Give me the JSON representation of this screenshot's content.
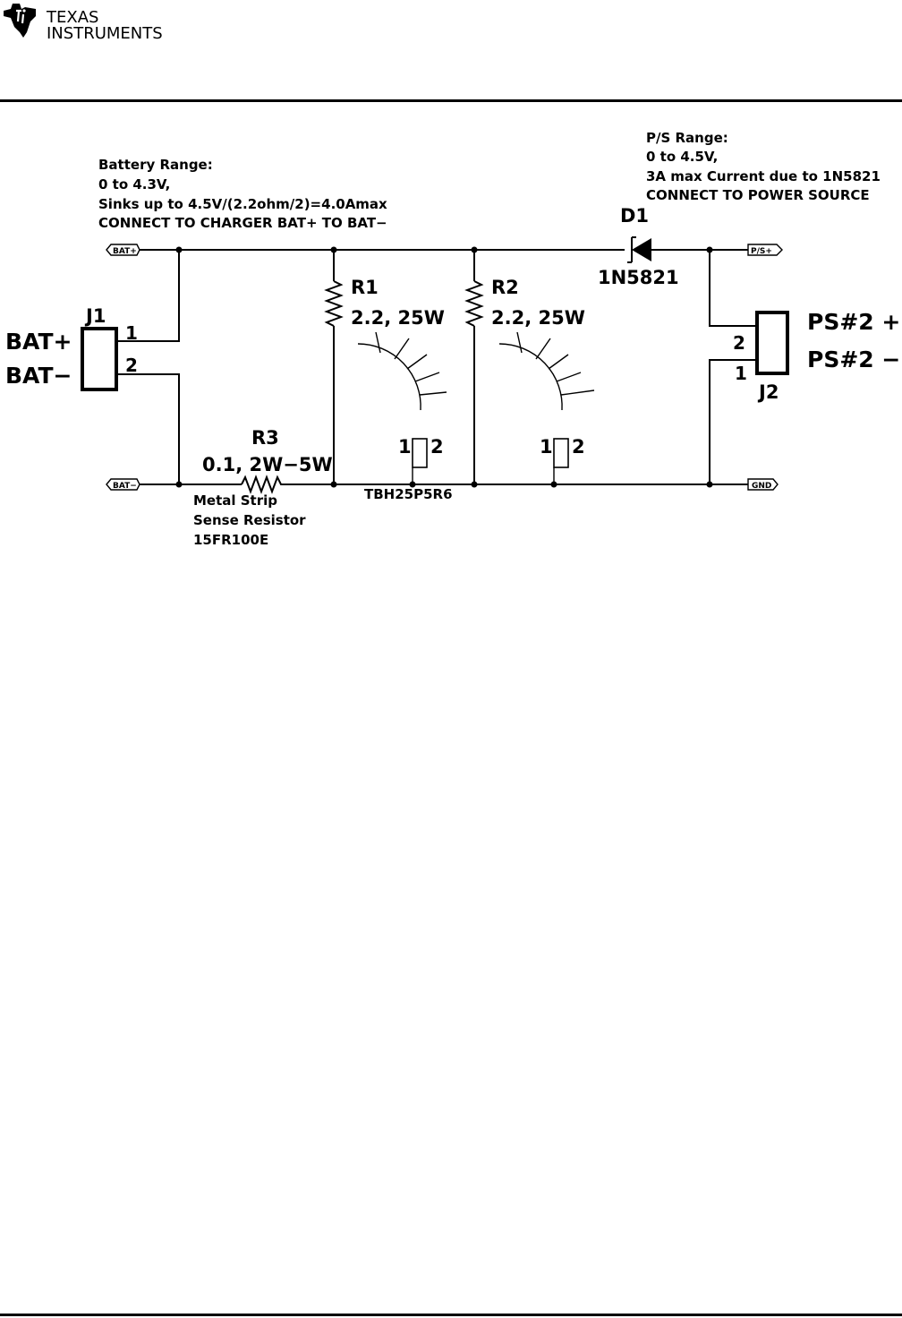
{
  "logo": {
    "line1": "Texas",
    "line2": "Instruments"
  },
  "notes": {
    "battery": [
      "Battery Range:",
      "0 to 4.3V,",
      "Sinks up to 4.5V/(2.2ohm/2)=4.0Amax",
      "CONNECT TO CHARGER BAT+ TO BAT−"
    ],
    "ps": [
      "P/S Range:",
      "0 to 4.5V,",
      "3A max Current due to 1N5821",
      "CONNECT TO POWER SOURCE"
    ],
    "sense": [
      "Metal Strip",
      "Sense Resistor",
      "15FR100E"
    ]
  },
  "ports": {
    "bat_plus": "BAT+",
    "bat_minus": "BAT−",
    "ps_plus": "P/S+",
    "gnd": "GND"
  },
  "components": {
    "j1": {
      "ref": "J1",
      "pin1": "1",
      "pin2": "2",
      "label_plus": "BAT+",
      "label_minus": "BAT−"
    },
    "j2": {
      "ref": "J2",
      "pin1": "1",
      "pin2": "2",
      "label_plus": "PS#2 +",
      "label_minus": "PS#2 −"
    },
    "d1": {
      "ref": "D1",
      "value": "1N5821"
    },
    "r1": {
      "ref": "R1",
      "value": "2.2, 25W"
    },
    "r2": {
      "ref": "R2",
      "value": "2.2, 25W"
    },
    "r3": {
      "ref": "R3",
      "value": "0.1, 2W−5W"
    },
    "tb1": {
      "pin1": "1",
      "pin2": "2",
      "part": "TBH25P5R6"
    },
    "tb2": {
      "pin1": "1",
      "pin2": "2"
    }
  }
}
